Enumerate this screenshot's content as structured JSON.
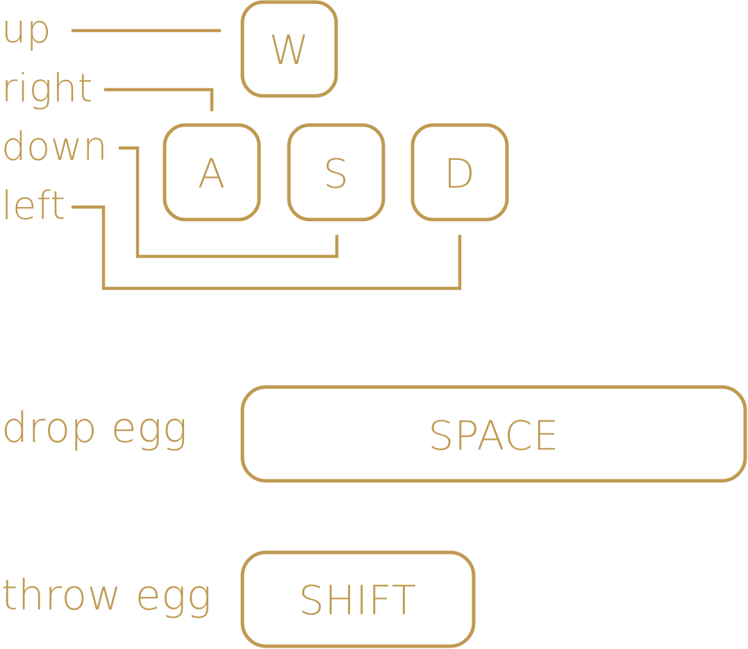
{
  "theme": {
    "accent": "#c09a52"
  },
  "bindings": {
    "up": {
      "action": "up",
      "key": "W"
    },
    "right": {
      "action": "right",
      "key": "A"
    },
    "down": {
      "action": "down",
      "key": "S"
    },
    "left": {
      "action": "left",
      "key": "D"
    },
    "drop": {
      "action": "drop egg",
      "key": "SPACE"
    },
    "throw": {
      "action": "throw egg",
      "key": "SHIFT"
    }
  }
}
